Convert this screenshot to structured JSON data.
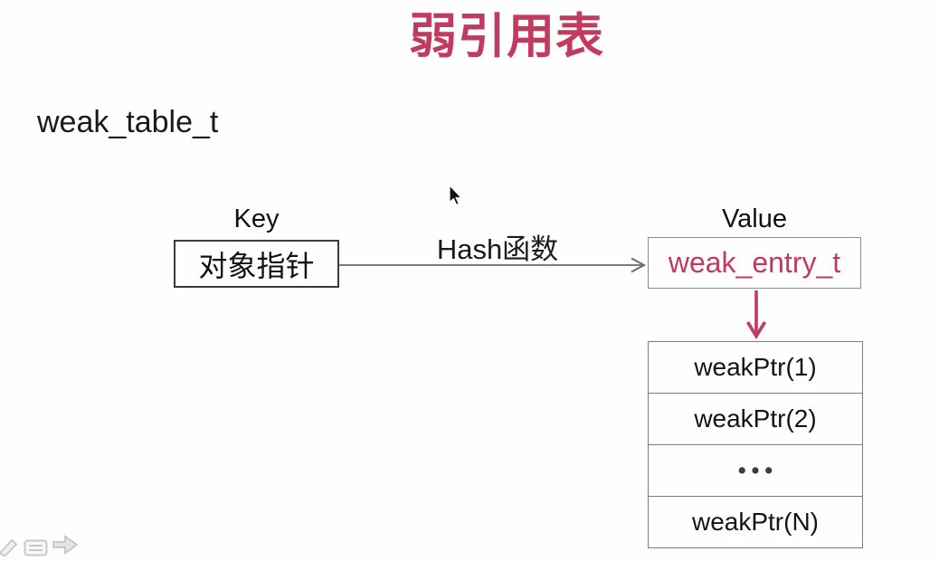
{
  "colors": {
    "accent": "#c03b5f",
    "arrow_gray": "#6a6a6a",
    "key_box_border": "#3a3a3a",
    "value_box_border": "#8d8d8d",
    "table_border": "#7c7c7c"
  },
  "slide": {
    "title": "弱引用表",
    "subtitle": "weak_table_t"
  },
  "diagram": {
    "key": {
      "label": "Key",
      "box_text": "对象指针"
    },
    "hash_label": "Hash函数",
    "value": {
      "label": "Value",
      "box_text": "weak_entry_t"
    },
    "entry_table": {
      "rows": [
        "weakPtr(1)",
        "weakPtr(2)",
        "•••",
        "weakPtr(N)"
      ]
    }
  },
  "toolbar": {
    "icons": [
      "pen-icon",
      "slides-menu-icon",
      "next-slide-arrow-icon"
    ]
  }
}
